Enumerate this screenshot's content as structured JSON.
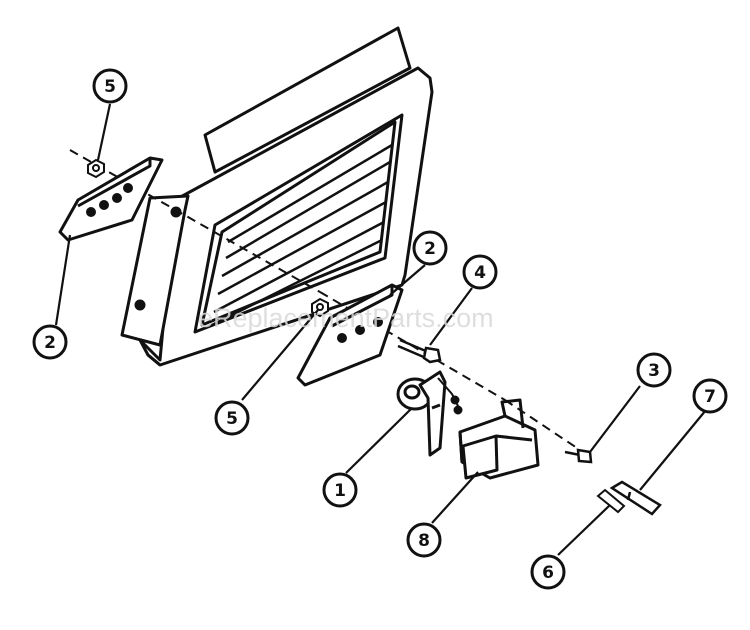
{
  "watermark": "eReplacementParts.com",
  "callouts": [
    {
      "id": "c5a",
      "label": "5"
    },
    {
      "id": "c2a",
      "label": "2"
    },
    {
      "id": "c2b",
      "label": "2"
    },
    {
      "id": "c4",
      "label": "4"
    },
    {
      "id": "c5b",
      "label": "5"
    },
    {
      "id": "c1",
      "label": "1"
    },
    {
      "id": "c8",
      "label": "8"
    },
    {
      "id": "c3",
      "label": "3"
    },
    {
      "id": "c7",
      "label": "7"
    },
    {
      "id": "c6",
      "label": "6"
    }
  ],
  "colors": {
    "ink": "#111111",
    "paper": "#ffffff",
    "watermark": "#d9d9d9"
  }
}
